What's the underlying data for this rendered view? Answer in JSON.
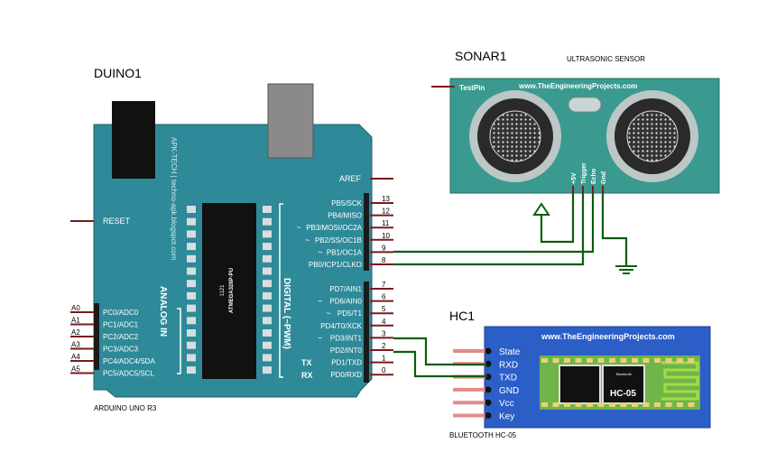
{
  "arduino": {
    "title": "DUINO1",
    "subtitle": "ARDUINO UNO R3",
    "vertical_brand": "APK-TECH | techno-apk.blogspot.com",
    "analog_label": "ANALOG IN",
    "digital_label": "DIGITAL (~PWM)",
    "chip_label1": "1121",
    "chip_label2": "ATMEGA328P-PU",
    "aref": "AREF",
    "reset": "RESET",
    "tx": "TX",
    "rx": "RX",
    "analog_pins": [
      {
        "num": "A0",
        "name": "PC0/ADC0"
      },
      {
        "num": "A1",
        "name": "PC1/ADC1"
      },
      {
        "num": "A2",
        "name": "PC2/ADC2"
      },
      {
        "num": "A3",
        "name": "PC3/ADC3"
      },
      {
        "num": "A4",
        "name": "PC4/ADC4/SDA"
      },
      {
        "num": "A5",
        "name": "PC5/ADC5/SCL"
      }
    ],
    "digital_pins_top": [
      {
        "num": "13",
        "name": "PB5/SCK",
        "pwm": ""
      },
      {
        "num": "12",
        "name": "PB4/MISO",
        "pwm": ""
      },
      {
        "num": "11",
        "name": "PB3/MOSI/OC2A",
        "pwm": "~"
      },
      {
        "num": "10",
        "name": "PB2/SS/OC1B",
        "pwm": "~"
      },
      {
        "num": "9",
        "name": "PB1/OC1A",
        "pwm": "~"
      },
      {
        "num": "8",
        "name": "PB0/ICP1/CLKO",
        "pwm": ""
      }
    ],
    "digital_pins_bottom": [
      {
        "num": "7",
        "name": "PD7/AIN1",
        "pwm": ""
      },
      {
        "num": "6",
        "name": "PD6/AIN0",
        "pwm": "~"
      },
      {
        "num": "5",
        "name": "PD5/T1",
        "pwm": "~"
      },
      {
        "num": "4",
        "name": "PD4/T0/XCK",
        "pwm": ""
      },
      {
        "num": "3",
        "name": "PD3/INT1",
        "pwm": "~"
      },
      {
        "num": "2",
        "name": "PD2/INT0",
        "pwm": ""
      },
      {
        "num": "1",
        "name": "PD1/TXD",
        "pwm": ""
      },
      {
        "num": "0",
        "name": "PD0/RXD",
        "pwm": ""
      }
    ]
  },
  "sonar": {
    "title": "SONAR1",
    "type_label": "ULTRASONIC SENSOR",
    "website": "www.TheEngineeringProjects.com",
    "testpin": "TestPin",
    "pins": [
      "+5V",
      "Trigger",
      "Echo",
      "Gnd"
    ]
  },
  "bluetooth": {
    "title": "HC1",
    "subtitle": "BLUETOOTH HC-05",
    "website": "www.TheEngineeringProjects.com",
    "module_label": "HC-05",
    "chip_tiny": "Bluetooth",
    "pins": [
      "State",
      "RXD",
      "TXD",
      "GND",
      "Vcc",
      "Key"
    ]
  },
  "colors": {
    "board": "#2e8a99",
    "board_dark": "#1f5f6b",
    "sonar_board": "#3a9a8f",
    "bt_board": "#2c5ec8",
    "bt_inner": "#6fb54a",
    "wire": "#0b5e0b",
    "pin_red": "#8b1a1a",
    "pin_pink": "#e58a8a"
  }
}
